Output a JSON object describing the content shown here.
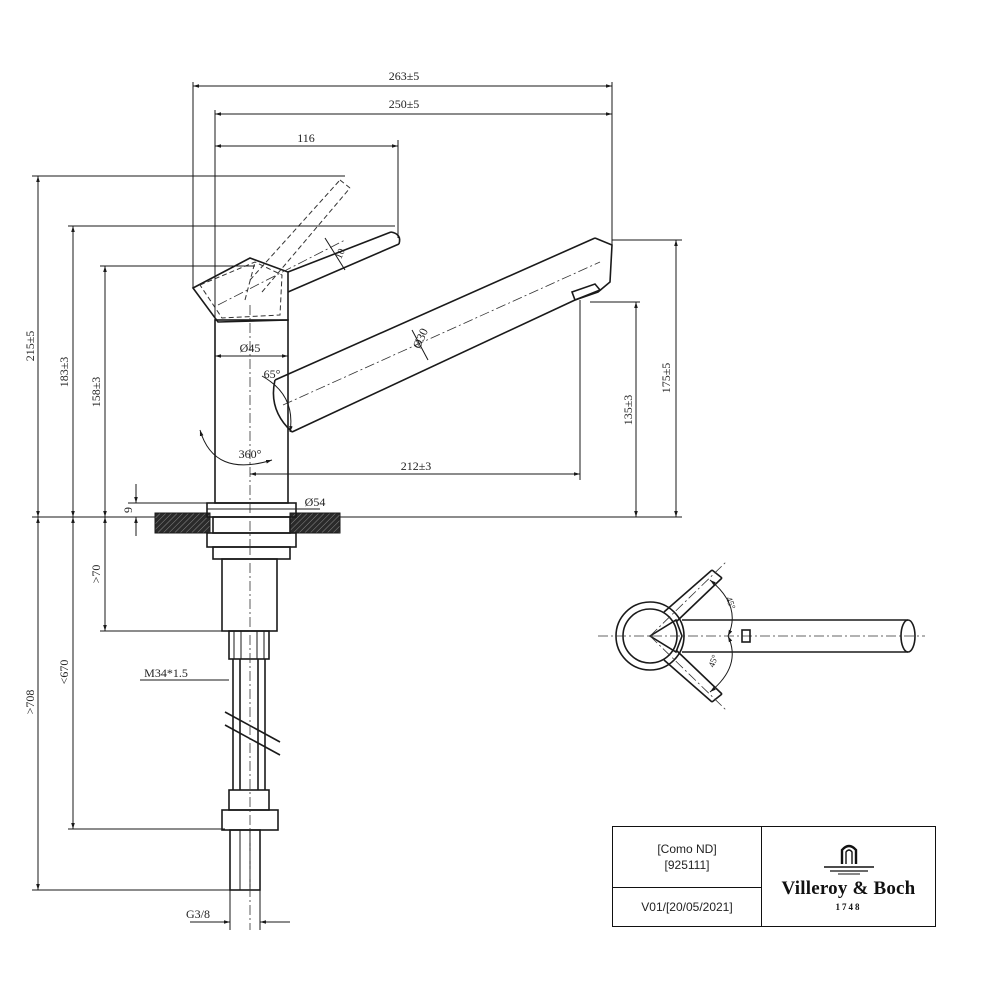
{
  "dimensions": {
    "d263": "263±5",
    "d250": "250±5",
    "d116": "116",
    "d215": "215±5",
    "d183": "183±3",
    "d158": "158±3",
    "d45": "Ø45",
    "d30": "Ø30",
    "d65deg": "65°",
    "d360deg": "360°",
    "d212": "212±3",
    "d175": "175±5",
    "d135": "135±3",
    "d54": "Ø54",
    "d9": "9",
    "d70": ">70",
    "d670": "<670",
    "d708": ">708",
    "thread": "M34*1.5",
    "g38": "G3/8",
    "d10": "10",
    "a45top": "45°",
    "a45bottom": "45°"
  },
  "title_block": {
    "name": "[Como ND]",
    "code": "[925111]",
    "version": "V01/[20/05/2021]",
    "brand": "Villeroy & Boch",
    "year": "1748"
  }
}
